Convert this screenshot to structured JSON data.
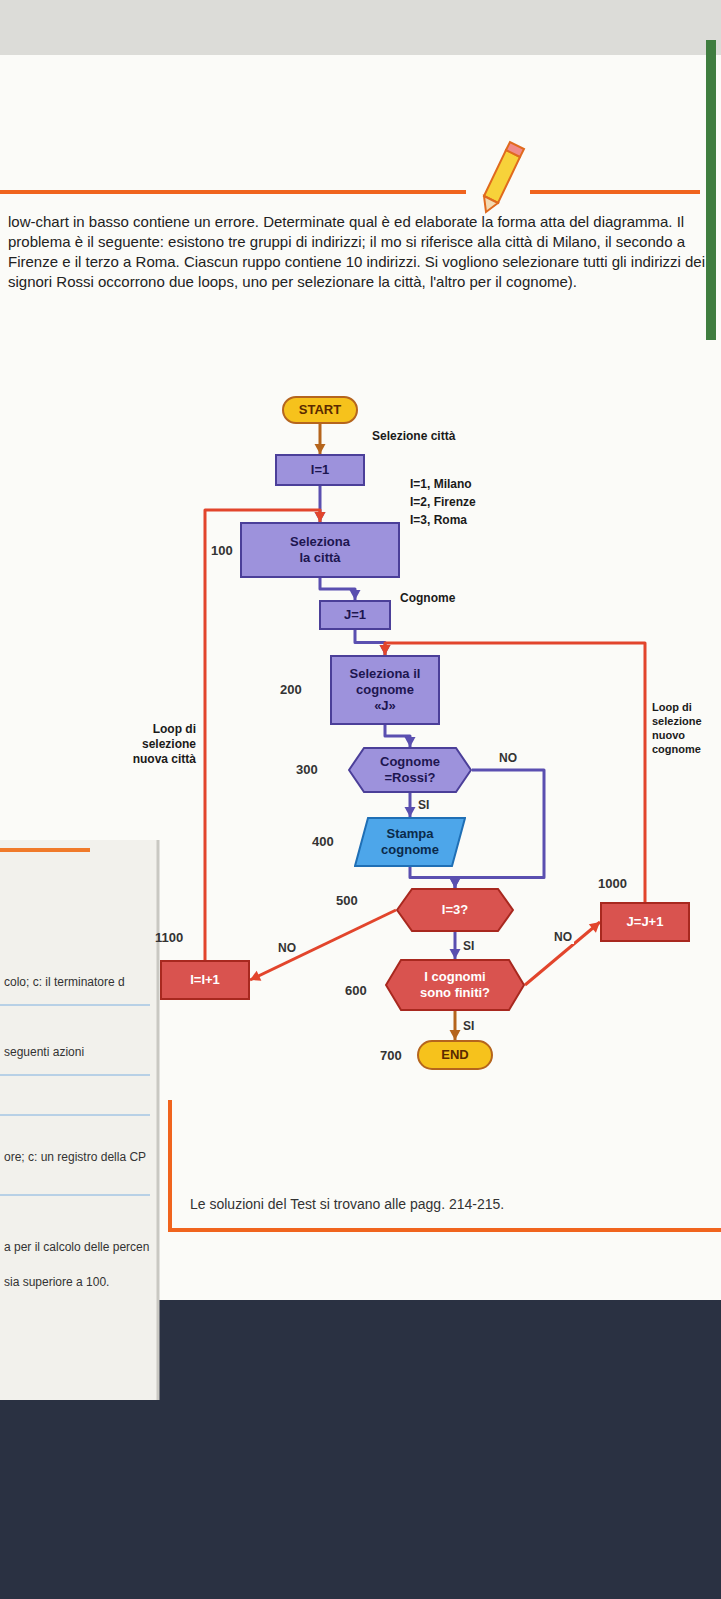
{
  "diagram": {
    "caption": "Le soluzioni del Test si trovano alle pagg. 214-215.",
    "nodes": [
      {
        "text": [
          "START"
        ]
      },
      {
        "text": [
          "I=1"
        ]
      },
      {
        "text": [
          "Seleziona la città"
        ]
      },
      {
        "text": [
          "J=1"
        ]
      },
      {
        "text": [
          "Seleziona il cognome «J»"
        ]
      },
      {
        "text": [
          "Cognome =Rossi?"
        ]
      },
      {
        "text": [
          "Stampa cognome"
        ]
      },
      {
        "text": [
          "I=3?"
        ]
      },
      {
        "text": [
          "I cognomi sono finiti?"
        ]
      },
      {
        "text": [
          "END"
        ]
      },
      {
        "text": [
          "J=J+1"
        ]
      },
      {
        "text": [
          "I=I+1"
        ]
      }
    ],
    "edges": [
      {
        "from": 0,
        "to": 1,
        "arrow": "to"
      },
      {
        "from": 1,
        "to": 2,
        "arrow": "to"
      },
      {
        "from": 2,
        "to": 3,
        "arrow": "to"
      },
      {
        "from": 3,
        "to": 4,
        "arrow": "to"
      },
      {
        "from": 4,
        "to": 5,
        "arrow": "to"
      },
      {
        "from": 5,
        "to": 6,
        "label": "SI",
        "arrow": "to"
      },
      {
        "from": 5,
        "to": 7,
        "label": "NO",
        "arrow": "to"
      },
      {
        "from": 6,
        "to": 7,
        "arrow": "to"
      },
      {
        "from": 7,
        "to": 8,
        "label": "SI",
        "arrow": "to"
      },
      {
        "from": 7,
        "to": 11,
        "label": "NO",
        "arrow": "to"
      },
      {
        "from": 8,
        "to": 9,
        "label": "SI",
        "arrow": "to"
      },
      {
        "from": 8,
        "to": 10,
        "label": "NO",
        "arrow": "to"
      },
      {
        "from": 10,
        "to": 4,
        "arrow": "to"
      },
      {
        "from": 11,
        "to": 2,
        "arrow": "to"
      }
    ],
    "labels": [
      "low-chart in basso contiene un errore. Determinate qual è ed elaborate la forma atta del diagramma. Il problema è il seguente: esistono tre gruppi di indirizzi; il mo si riferisce alla città di Milano, il secondo a Firenze e il terzo a Roma. Ciascun ruppo contiene 10 indirizzi. Si vogliono selezionare tutti gli indirizzi dei signori Rossi occorrono due loops, uno per selezionare la città, l'altro per il cognome).",
      "Selezione città",
      "I=1, Milano",
      "I=2, Firenze",
      "I=3, Roma",
      "100",
      "Cognome",
      "200",
      "300",
      "400",
      "Loop di selezione nuova città",
      "Loop di selezione nuovo cognome",
      "500",
      "1000",
      "1100",
      "600",
      "700",
      "colo; c: il terminatore d",
      "seguenti azioni",
      "ore; c: un registro della CP",
      "a per il calcolo delle percen",
      "sia superiore a 100."
    ]
  }
}
